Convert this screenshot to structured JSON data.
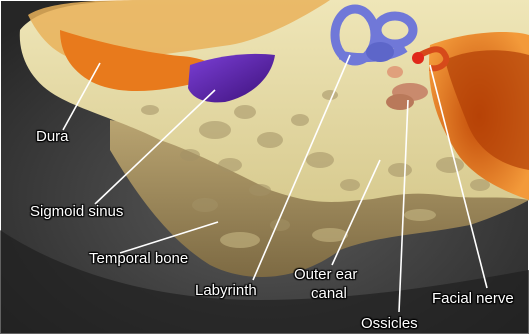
{
  "labels": {
    "dura": "Dura",
    "sigmoid_sinus": "Sigmoid sinus",
    "temporal_bone": "Temporal bone",
    "labyrinth": "Labyrinth",
    "outer_ear_canal_line1": "Outer ear",
    "outer_ear_canal_line2": "canal",
    "ossicles": "Ossicles",
    "facial_nerve": "Facial nerve"
  },
  "colors": {
    "background_shadow": "#3a3a3a",
    "bone": "#e2d6a0",
    "bone_dark": "#8f7d52",
    "dura": "#e87a1c",
    "sigmoid_sinus": "#5b1fa8",
    "labyrinth": "#6f78d8",
    "ossicles": "#c98a6d",
    "facial_nerve": "#d64a1a",
    "leader_lines": "#ffffff",
    "label_text": "#ffffff"
  }
}
